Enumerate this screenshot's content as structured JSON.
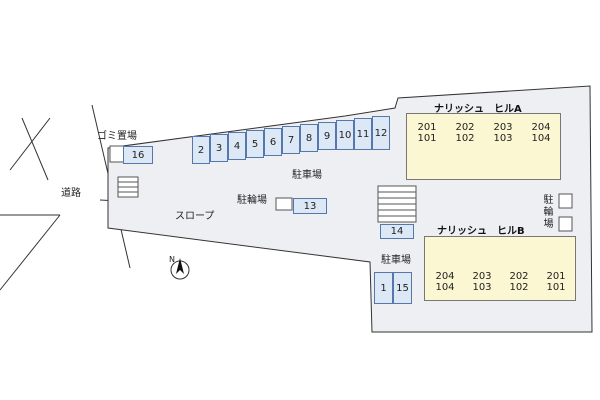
{
  "labels": {
    "road": "道路",
    "garbage": "ゴミ置場",
    "parking_main": "駐車場",
    "bike_main": "駐輪場",
    "slope": "スロープ",
    "parking_lower": "駐車場",
    "bike_right": "駐輪場",
    "building_a": "ナリッシュ　ヒルA",
    "building_b": "ナリッシュ　ヒルB",
    "north": "N"
  },
  "parking_top_row": [
    "2",
    "3",
    "4",
    "5",
    "6",
    "7",
    "8",
    "9",
    "10",
    "11",
    "12"
  ],
  "slot_16": "16",
  "slot_13": "13",
  "slot_14": "14",
  "slot_lower": [
    "1",
    "15"
  ],
  "building_a_units": [
    {
      "upper": "201",
      "lower": "101"
    },
    {
      "upper": "202",
      "lower": "102"
    },
    {
      "upper": "203",
      "lower": "103"
    },
    {
      "upper": "204",
      "lower": "104"
    }
  ],
  "building_b_units": [
    {
      "upper": "204",
      "lower": "104"
    },
    {
      "upper": "203",
      "lower": "103"
    },
    {
      "upper": "202",
      "lower": "102"
    },
    {
      "upper": "201",
      "lower": "101"
    }
  ],
  "colors": {
    "lot": "#eeeff3",
    "slot_fill": "#dde8f6",
    "slot_border": "#5577aa",
    "building": "#fbf7d2"
  }
}
